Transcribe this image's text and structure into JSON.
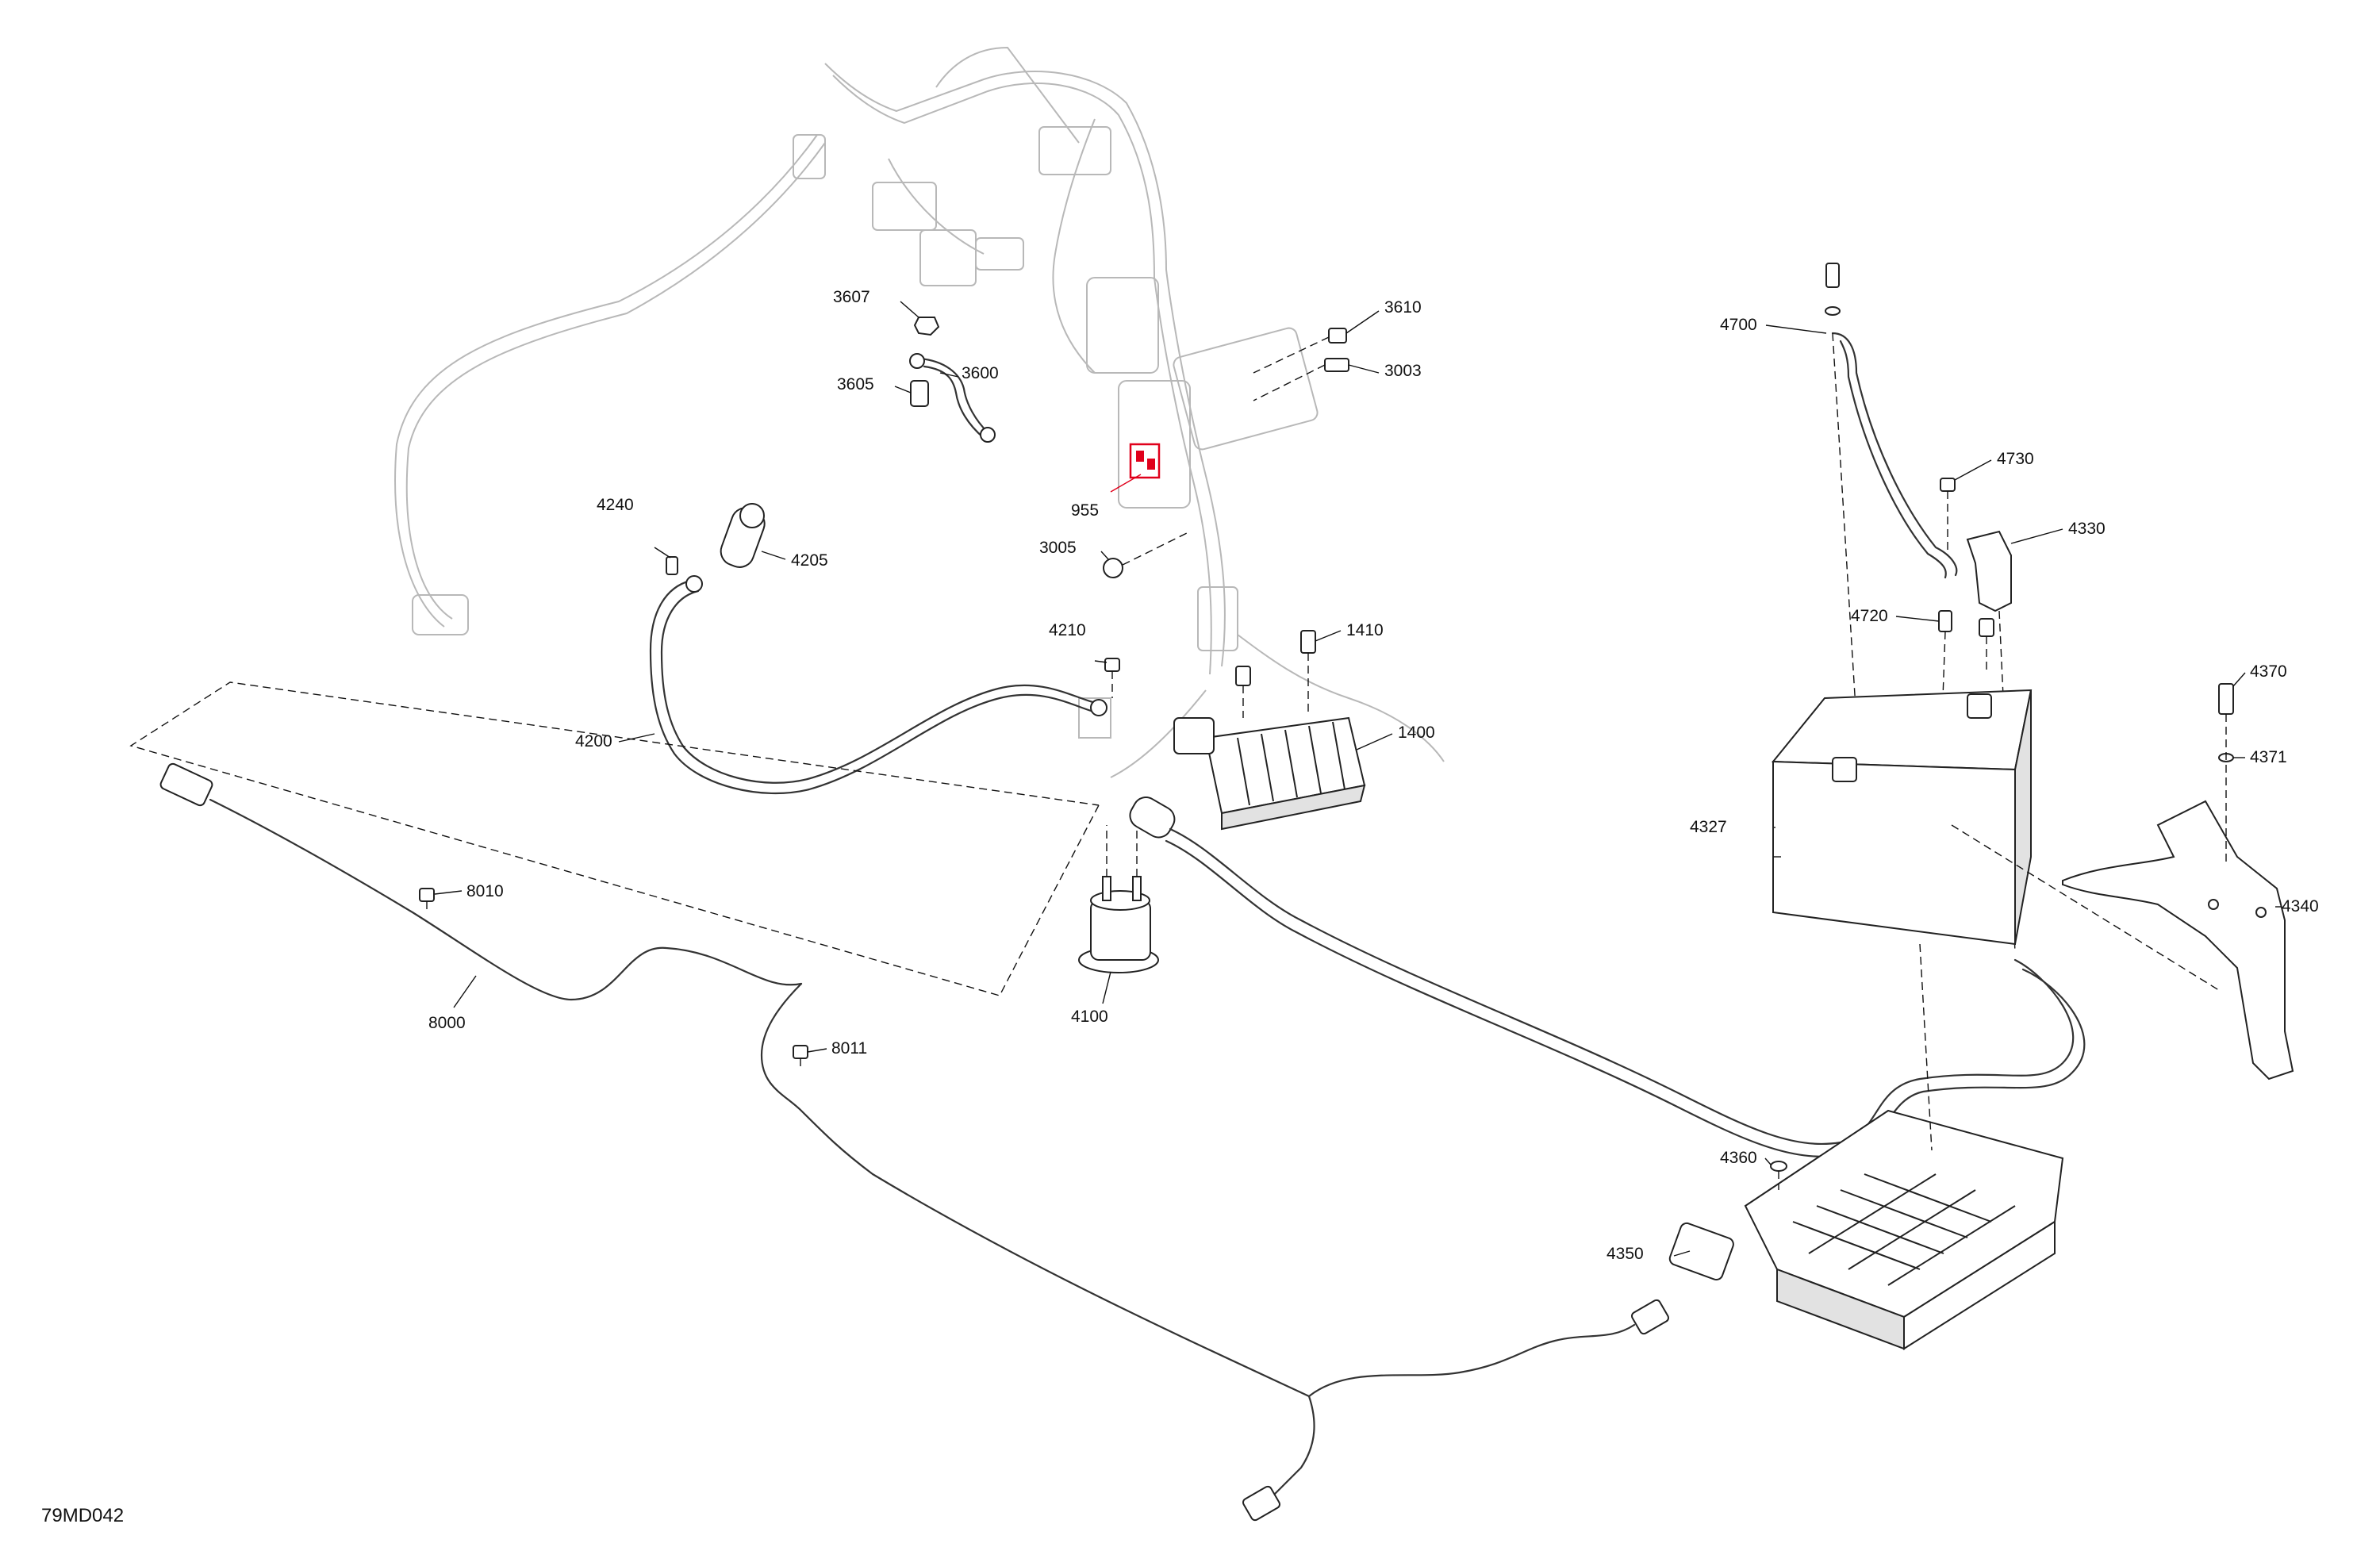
{
  "diagram": {
    "reference_code": "79MD042",
    "highlight_color": "#e0001b",
    "line_color": "#222222",
    "callouts": [
      {
        "id": "c3607",
        "label": "3607"
      },
      {
        "id": "c3605",
        "label": "3605"
      },
      {
        "id": "c3600",
        "label": "3600"
      },
      {
        "id": "c3610",
        "label": "3610"
      },
      {
        "id": "c3003",
        "label": "3003"
      },
      {
        "id": "c955",
        "label": "955"
      },
      {
        "id": "c3005",
        "label": "3005"
      },
      {
        "id": "c4240",
        "label": "4240"
      },
      {
        "id": "c4205",
        "label": "4205"
      },
      {
        "id": "c4200",
        "label": "4200"
      },
      {
        "id": "c4210",
        "label": "4210"
      },
      {
        "id": "c1410",
        "label": "1410"
      },
      {
        "id": "c1400",
        "label": "1400"
      },
      {
        "id": "c4100",
        "label": "4100"
      },
      {
        "id": "c8010",
        "label": "8010"
      },
      {
        "id": "c8000",
        "label": "8000"
      },
      {
        "id": "c8011",
        "label": "8011"
      },
      {
        "id": "c4700",
        "label": "4700"
      },
      {
        "id": "c4730",
        "label": "4730"
      },
      {
        "id": "c4330",
        "label": "4330"
      },
      {
        "id": "c4720",
        "label": "4720"
      },
      {
        "id": "c4370",
        "label": "4370"
      },
      {
        "id": "c4371",
        "label": "4371"
      },
      {
        "id": "c4327",
        "label": "4327"
      },
      {
        "id": "c4340",
        "label": "4340"
      },
      {
        "id": "c4360",
        "label": "4360"
      },
      {
        "id": "c4350",
        "label": "4350"
      }
    ]
  }
}
